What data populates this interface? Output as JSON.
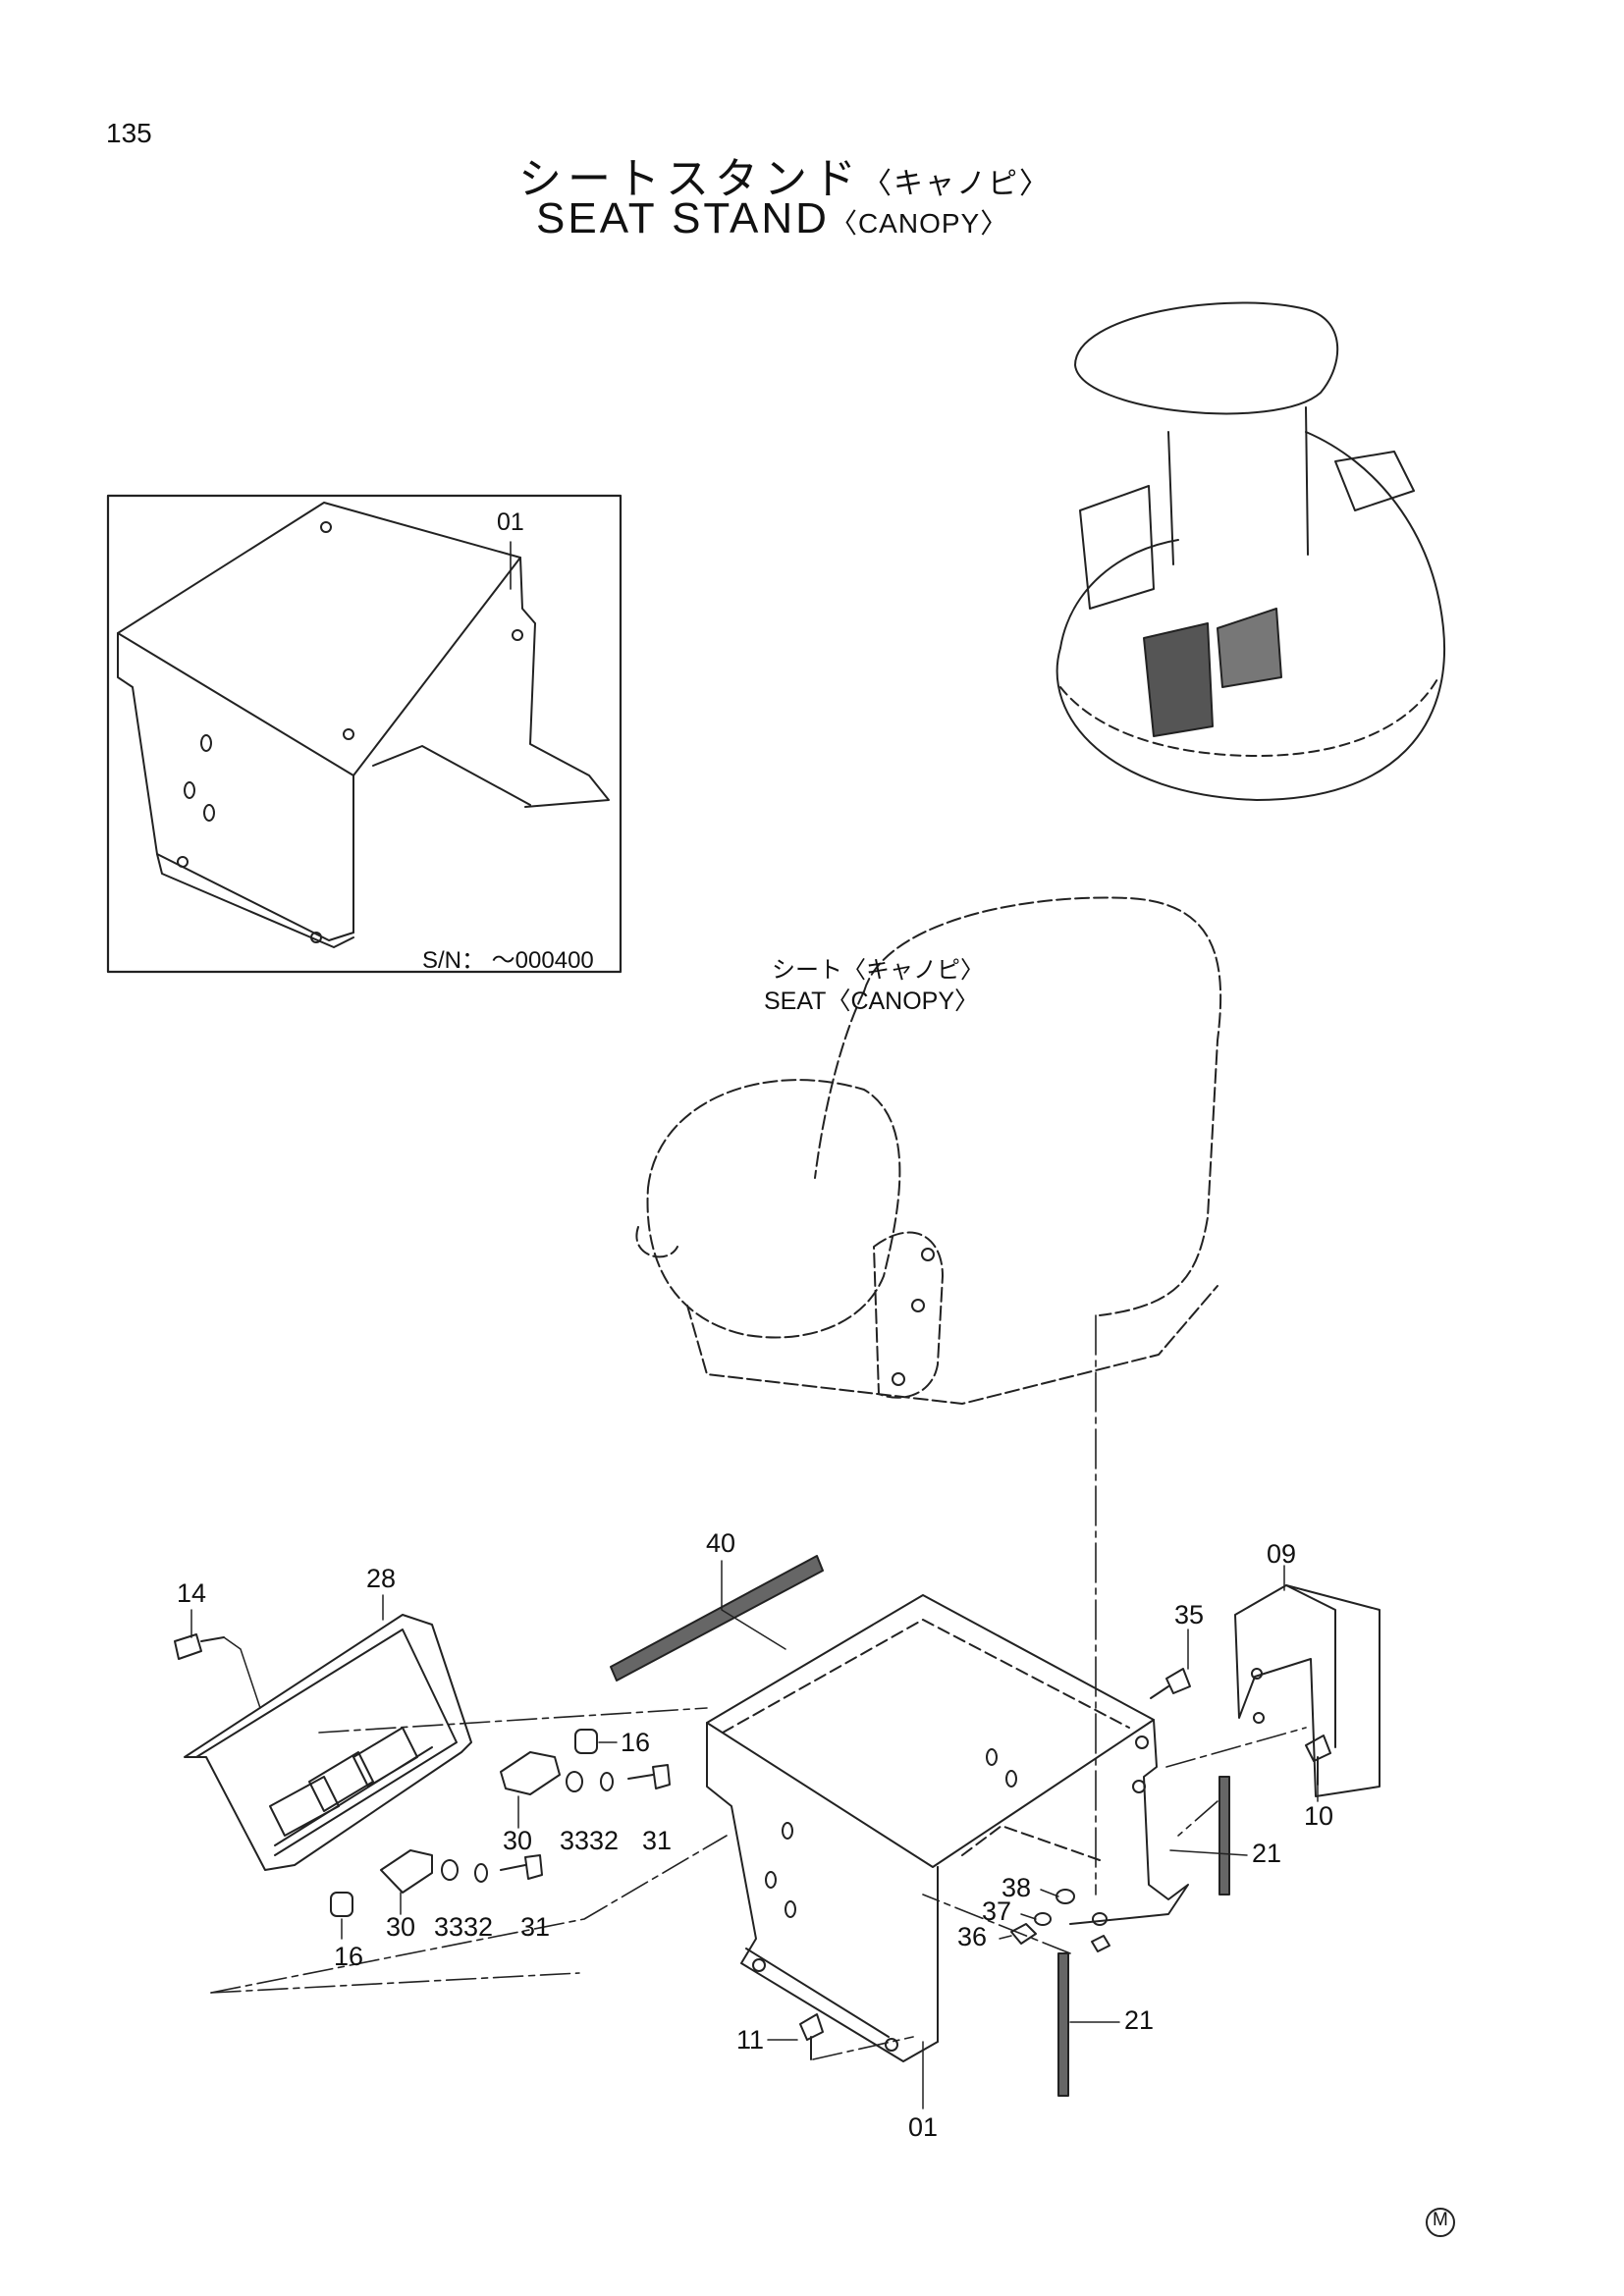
{
  "page_number": "135",
  "title": {
    "japanese": "シートスタンド",
    "japanese_sub": "〈キャノピ〉",
    "english": "SEAT  STAND",
    "english_sub": "〈CANOPY〉"
  },
  "inset": {
    "part": "01",
    "serial_note": "S/N： ～000400"
  },
  "seat_label": {
    "japanese": "シート〈キャノピ〉",
    "english": "SEAT〈CANOPY〉"
  },
  "callouts": {
    "c40": "40",
    "c09": "09",
    "c14": "14",
    "c28": "28",
    "c35": "35",
    "c16a": "16",
    "c10": "10",
    "c30a": "30",
    "c3332a": "3332",
    "c31a": "31",
    "c21a": "21",
    "c38": "38",
    "c37": "37",
    "c36": "36",
    "c30b": "30",
    "c3332b": "3332",
    "c31b": "31",
    "c16b": "16",
    "c21b": "21",
    "c11": "11",
    "c01": "01"
  },
  "corner_mark": "M"
}
